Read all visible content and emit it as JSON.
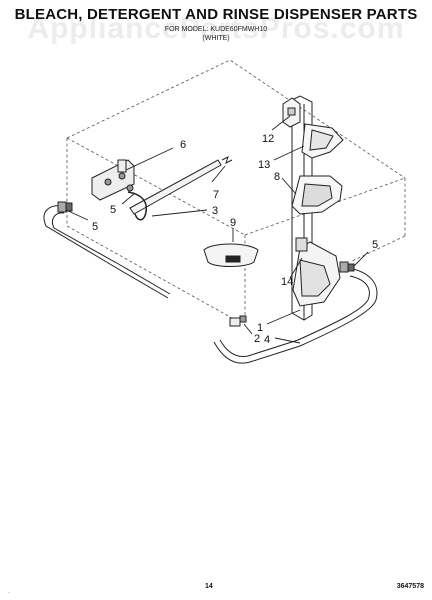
{
  "title": "BLEACH, DETERGENT AND RINSE DISPENSER PARTS",
  "watermark": "AppliancePartsPros.com",
  "subtitle_model": "FOR MODEL: KUDE60FMWH10",
  "subtitle_color": "(WHITE)",
  "part_labels": [
    "1",
    "2",
    "3",
    "4",
    "5",
    "5",
    "5",
    "6",
    "7",
    "8",
    "9",
    "12",
    "13",
    "14"
  ],
  "footer": {
    "page_number": "14",
    "doc_code": "3647578",
    "corner_mark": "·"
  }
}
